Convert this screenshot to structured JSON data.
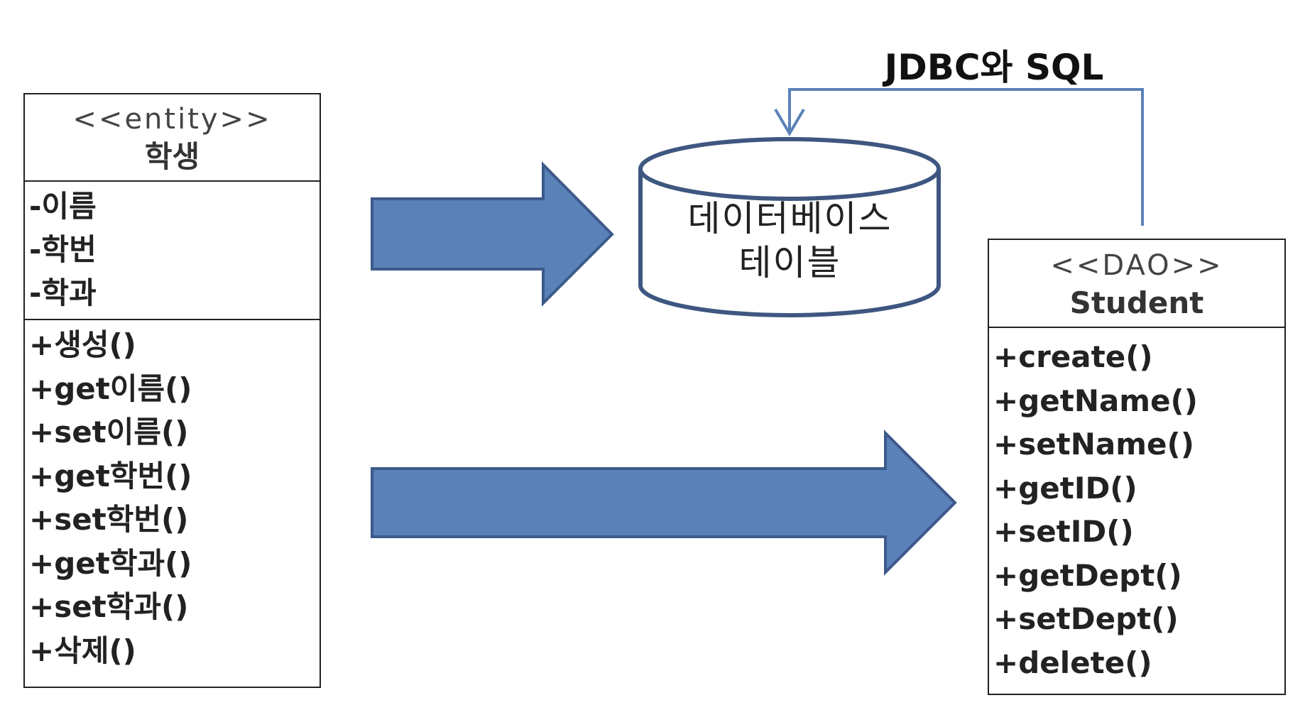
{
  "entity": {
    "stereotype": "<<entity>>",
    "name": "학생",
    "attributes": [
      "-이름",
      "-학번",
      "-학과"
    ],
    "operations": [
      "+생성()",
      "+get이름()",
      "+set이름()",
      "+get학번()",
      "+set학번()",
      "+get학과()",
      "+set학과()",
      "+삭제()"
    ]
  },
  "database": {
    "line1": "데이터베이스",
    "line2": "테이블"
  },
  "dao": {
    "stereotype": "<<DAO>>",
    "name": "Student",
    "operations": [
      "+create()",
      "+getName()",
      "+setName()",
      "+getID()",
      "+setID()",
      "+getDept()",
      "+setDept()",
      "+delete()"
    ]
  },
  "connector": {
    "label": "JDBC와 SQL"
  },
  "colors": {
    "arrow_fill": "#5b82b8",
    "arrow_stroke": "#3c5a8a",
    "cylinder_stroke": "#3e5780",
    "connector_stroke": "#5b82b8"
  }
}
